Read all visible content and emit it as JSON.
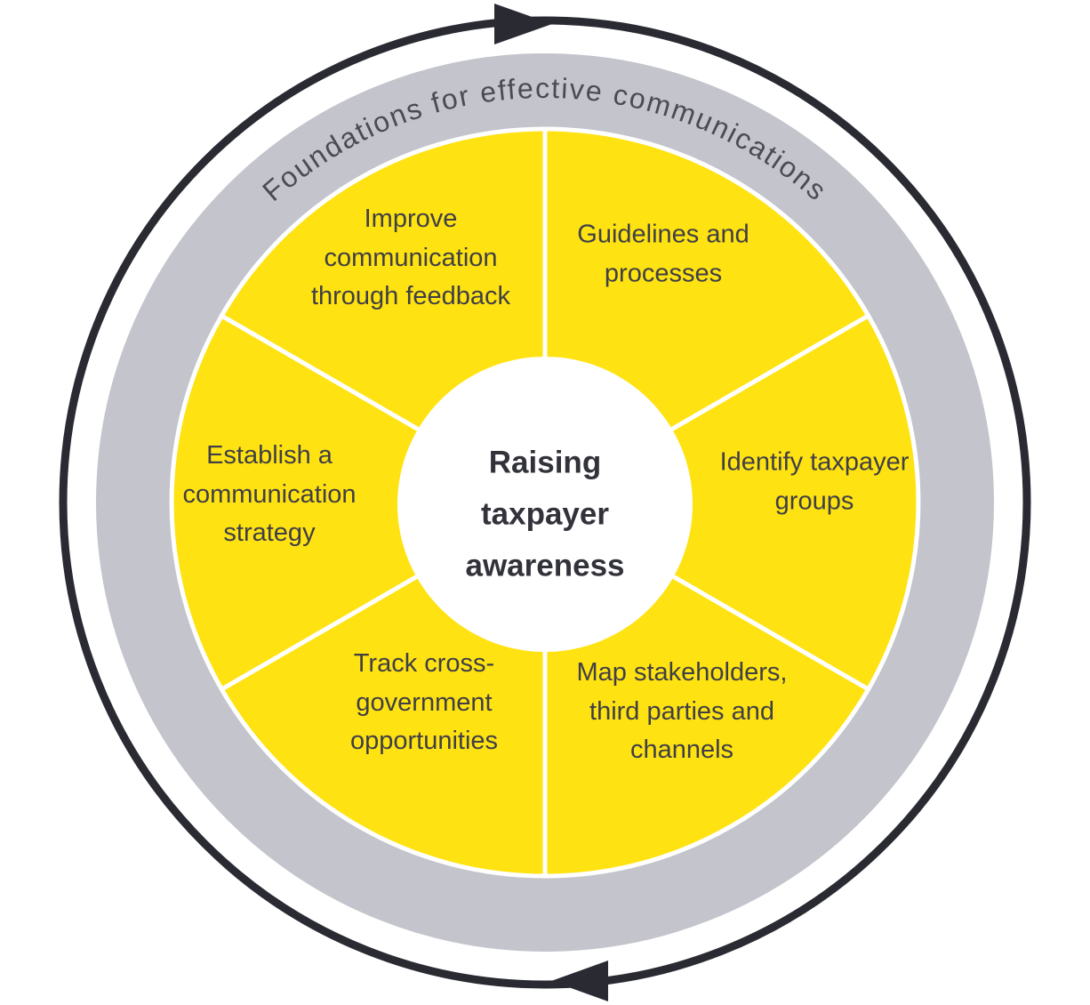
{
  "ring": {
    "label": "Foundations for effective communications"
  },
  "center": {
    "lines": [
      "Raising",
      "taxpayer",
      "awareness"
    ]
  },
  "segments": [
    {
      "id": "guidelines-and-processes",
      "lines": [
        "Guidelines and",
        "processes"
      ]
    },
    {
      "id": "identify-taxpayer-groups",
      "lines": [
        "Identify taxpayer",
        "groups"
      ]
    },
    {
      "id": "map-stakeholders",
      "lines": [
        "Map stakeholders,",
        "third parties and",
        "channels"
      ]
    },
    {
      "id": "track-cross-government",
      "lines": [
        "Track cross-",
        "government",
        "opportunities"
      ]
    },
    {
      "id": "establish-communication-strategy",
      "lines": [
        "Establish a",
        "communication",
        "strategy"
      ]
    },
    {
      "id": "improve-communication-feedback",
      "lines": [
        "Improve",
        "communication",
        "through feedback"
      ]
    }
  ],
  "colors": {
    "segment_yellow": "#ffe211",
    "ring_gray": "#c3c4cc",
    "outline_dark": "#2a2a33",
    "label_text": "#3f3f46"
  }
}
